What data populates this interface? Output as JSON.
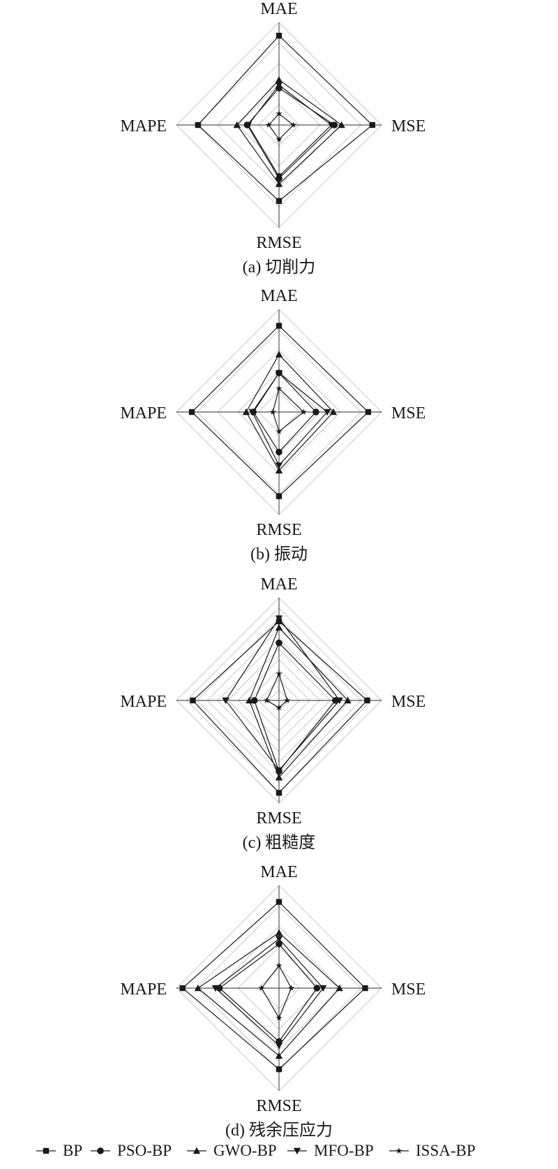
{
  "chart_data": [
    {
      "type": "radar",
      "title": "(a) 切削力",
      "axes": [
        "MAE",
        "MSE",
        "RMSE",
        "MAPE"
      ],
      "grid_levels": 5,
      "range": [
        0,
        1
      ],
      "series": [
        {
          "name": "BP",
          "marker": "square",
          "values": [
            0.87,
            0.91,
            0.74,
            0.79
          ]
        },
        {
          "name": "PSO-BP",
          "marker": "circle",
          "values": [
            0.36,
            0.54,
            0.52,
            0.31
          ]
        },
        {
          "name": "GWO-BP",
          "marker": "triangle-up",
          "values": [
            0.44,
            0.61,
            0.575,
            0.41
          ]
        },
        {
          "name": "MFO-BP",
          "marker": "triangle-down",
          "values": [
            0.39,
            0.51,
            0.5,
            0.3
          ]
        },
        {
          "name": "ISSA-BP",
          "marker": "star",
          "values": [
            0.11,
            0.14,
            0.14,
            0.1
          ]
        }
      ]
    },
    {
      "type": "radar",
      "title": "(b) 振动",
      "axes": [
        "MAE",
        "MSE",
        "RMSE",
        "MAPE"
      ],
      "grid_levels": 5,
      "range": [
        0,
        1
      ],
      "series": [
        {
          "name": "BP",
          "marker": "square",
          "values": [
            0.84,
            0.87,
            0.82,
            0.85
          ]
        },
        {
          "name": "PSO-BP",
          "marker": "circle",
          "values": [
            0.38,
            0.36,
            0.39,
            0.25
          ]
        },
        {
          "name": "GWO-BP",
          "marker": "triangle-up",
          "values": [
            0.56,
            0.53,
            0.57,
            0.32
          ]
        },
        {
          "name": "MFO-BP",
          "marker": "triangle-down",
          "values": [
            0.38,
            0.47,
            0.52,
            0.26
          ]
        },
        {
          "name": "ISSA-BP",
          "marker": "star",
          "values": [
            0.23,
            0.24,
            0.19,
            0.06
          ]
        }
      ]
    },
    {
      "type": "radar",
      "title": "(c) 粗糙度",
      "axes": [
        "MAE",
        "MSE",
        "RMSE",
        "MAPE"
      ],
      "grid_levels": 10,
      "range": [
        0,
        1
      ],
      "series": [
        {
          "name": "BP",
          "marker": "square",
          "values": [
            0.77,
            0.86,
            0.9,
            0.84
          ]
        },
        {
          "name": "PSO-BP",
          "marker": "circle",
          "values": [
            0.56,
            0.55,
            0.69,
            0.24
          ]
        },
        {
          "name": "GWO-BP",
          "marker": "triangle-up",
          "values": [
            0.71,
            0.67,
            0.75,
            0.29
          ]
        },
        {
          "name": "MFO-BP",
          "marker": "triangle-down",
          "values": [
            0.8,
            0.59,
            0.68,
            0.52
          ]
        },
        {
          "name": "ISSA-BP",
          "marker": "star",
          "values": [
            0.26,
            0.08,
            0.07,
            0.12
          ]
        }
      ]
    },
    {
      "type": "radar",
      "title": "(d) 残余压应力",
      "axes": [
        "MAE",
        "MSE",
        "RMSE",
        "MAPE"
      ],
      "grid_levels": 5,
      "range": [
        0,
        1
      ],
      "series": [
        {
          "name": "BP",
          "marker": "square",
          "values": [
            0.84,
            0.84,
            0.79,
            0.94
          ]
        },
        {
          "name": "PSO-BP",
          "marker": "circle",
          "values": [
            0.43,
            0.37,
            0.52,
            0.58
          ]
        },
        {
          "name": "GWO-BP",
          "marker": "triangle-up",
          "values": [
            0.54,
            0.59,
            0.66,
            0.79
          ]
        },
        {
          "name": "MFO-BP",
          "marker": "triangle-down",
          "values": [
            0.48,
            0.43,
            0.56,
            0.62
          ]
        },
        {
          "name": "ISSA-BP",
          "marker": "star",
          "values": [
            0.22,
            0.12,
            0.29,
            0.17
          ]
        }
      ]
    }
  ],
  "legend": {
    "placement": "bottom",
    "items": [
      {
        "name": "BP",
        "marker": "square"
      },
      {
        "name": "PSO-BP",
        "marker": "circle"
      },
      {
        "name": "GWO-BP",
        "marker": "triangle-up"
      },
      {
        "name": "MFO-BP",
        "marker": "triangle-down"
      },
      {
        "name": "ISSA-BP",
        "marker": "star"
      }
    ]
  },
  "colors": {
    "series": "#1a1a1a",
    "grid": "#c8c8c8",
    "spoke": "#555555"
  }
}
